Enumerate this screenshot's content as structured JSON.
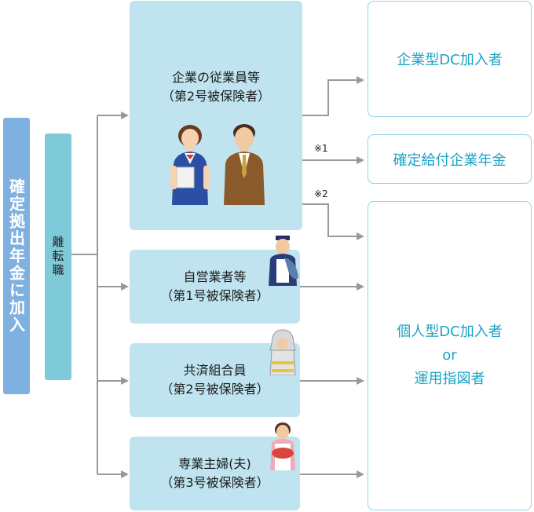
{
  "left": {
    "main_label": "確定拠出年金に加入",
    "sub_label": "離転職"
  },
  "categories": [
    {
      "title": "企業の従業員等",
      "subtitle": "（第2号被保険者）"
    },
    {
      "title": "自営業者等",
      "subtitle": "（第1号被保険者）"
    },
    {
      "title": "共済組合員",
      "subtitle": "（第2号被保険者）"
    },
    {
      "title": "専業主婦(夫)",
      "subtitle": "（第3号被保険者）"
    }
  ],
  "destinations": {
    "corporate_dc": "企業型DC加入者",
    "db": "確定給付企業年金",
    "individual_line1": "個人型DC加入者",
    "individual_line2": "or",
    "individual_line3": "運用指図者"
  },
  "notes": {
    "n1": "※1",
    "n2": "※2"
  },
  "colors": {
    "main_bar": "#7fb1e0",
    "sub_bar": "#7ecad9",
    "box_fill": "#bfe4ef",
    "dest_border": "#8dd3e2",
    "dest_text": "#1ba3c6",
    "arrow": "#999999"
  }
}
